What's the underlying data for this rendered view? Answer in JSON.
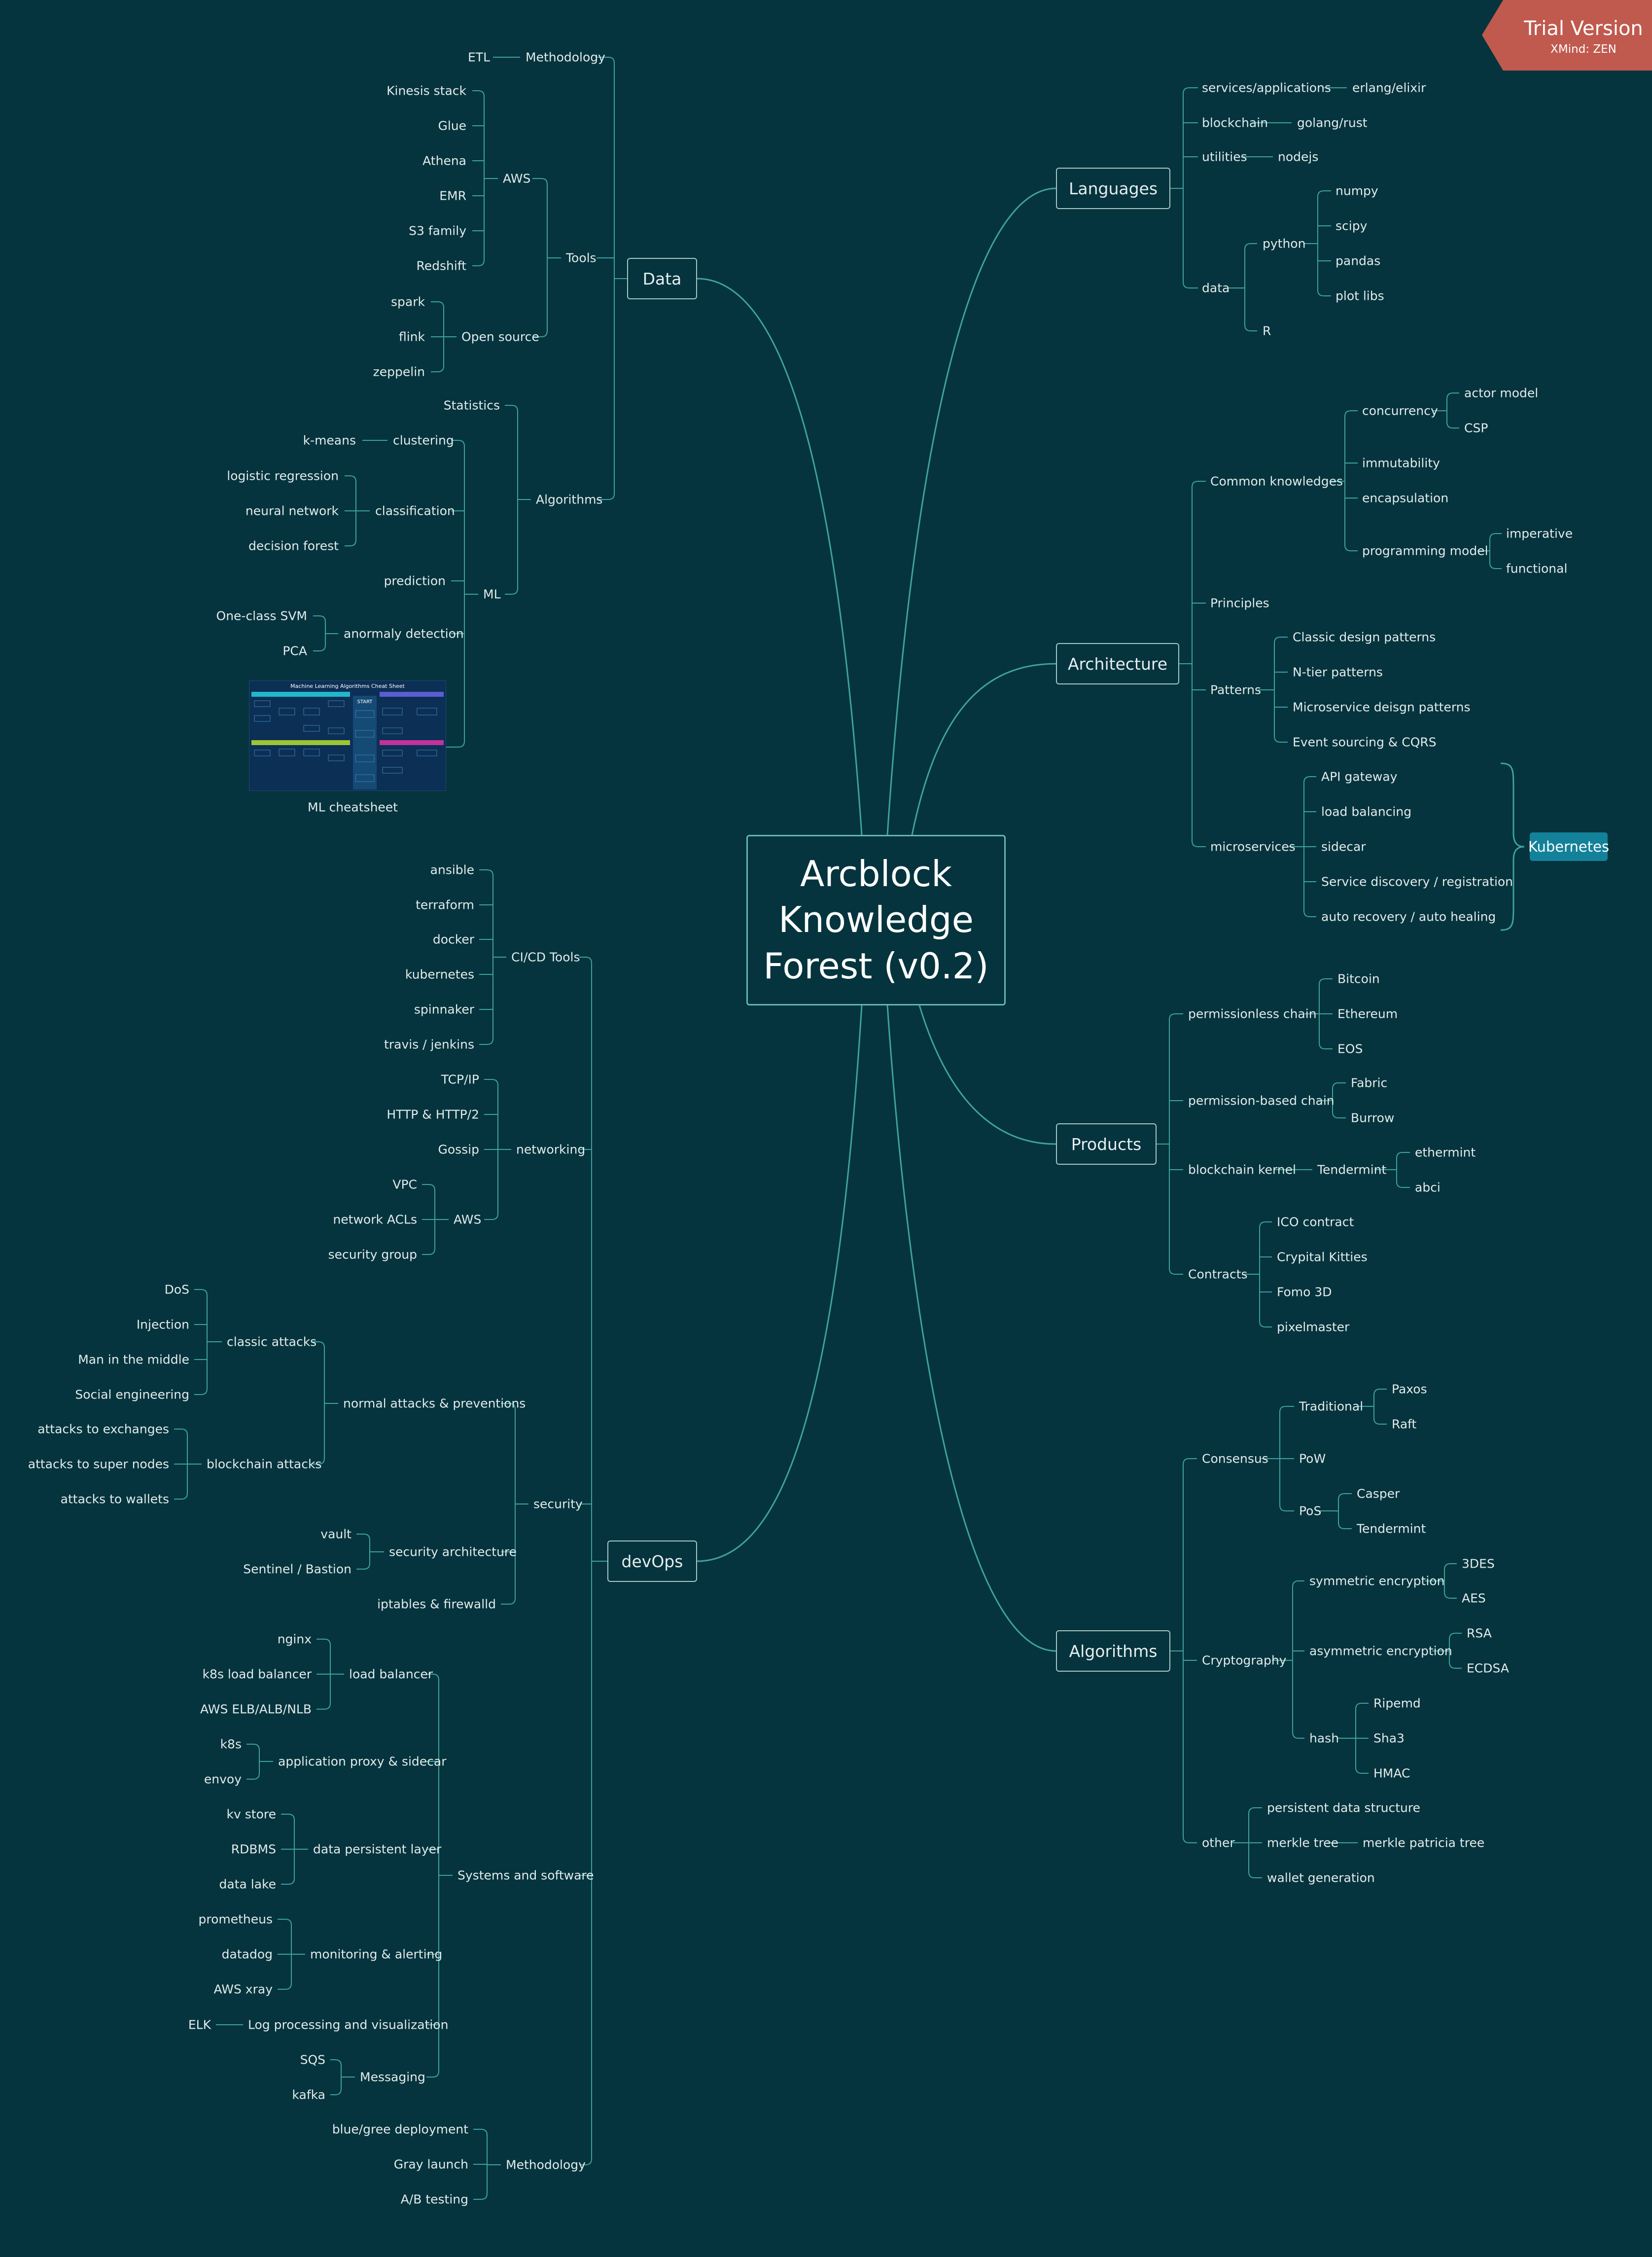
{
  "title": "Arcblock Knowledge Forest (v0.2)",
  "trial": {
    "title": "Trial Version",
    "subtitle": "XMind: ZEN"
  },
  "colors": {
    "background": "#05343e",
    "line": "#3fa39c",
    "accent": "#13819a",
    "badge": "#c05a4e"
  },
  "branches": {
    "data": "Data",
    "languages": "Languages",
    "architecture": "Architecture",
    "products": "Products",
    "algorithms": "Algorithms",
    "devops": "devOps"
  },
  "data": {
    "methodology": "Methodology",
    "etl": "ETL",
    "tools": "Tools",
    "aws": "AWS",
    "aws_items": [
      "Kinesis stack",
      "Glue",
      "Athena",
      "EMR",
      "S3 family",
      "Redshift"
    ],
    "open_source": "Open source",
    "open_source_items": [
      "spark",
      "flink",
      "zeppelin"
    ],
    "algorithms": "Algorithms",
    "statistics": "Statistics",
    "ml": "ML",
    "clustering": "clustering",
    "kmeans": "k-means",
    "classification": "classification",
    "classification_items": [
      "logistic regression",
      "neural network",
      "decision forest"
    ],
    "prediction": "prediction",
    "anomaly": "anormaly detection",
    "anomaly_items": [
      "One-class SVM",
      "PCA"
    ],
    "cheatsheet_caption": "ML cheatsheet",
    "cheatsheet_title": "Machine Learning Algorithms Cheat Sheet",
    "cheatsheet_start": "START"
  },
  "languages": {
    "services": "services/applications",
    "erlang": "erlang/elixir",
    "blockchain": "blockchain",
    "golang": "golang/rust",
    "utilities": "utilities",
    "nodejs": "nodejs",
    "data": "data",
    "python": "python",
    "python_items": [
      "numpy",
      "scipy",
      "pandas",
      "plot libs"
    ],
    "r": "R"
  },
  "architecture": {
    "common": "Common knowledges",
    "concurrency": "concurrency",
    "concurrency_items": [
      "actor model",
      "CSP"
    ],
    "immutability": "immutability",
    "encapsulation": "encapsulation",
    "programming_model": "programming model",
    "programming_items": [
      "imperative",
      "functional"
    ],
    "principles": "Principles",
    "patterns": "Patterns",
    "pattern_items": [
      "Classic design patterns",
      "N-tier patterns",
      "Microservice deisgn patterns",
      "Event sourcing & CQRS"
    ],
    "microservices": "microservices",
    "micro_items": [
      "API gateway",
      "load balancing",
      "sidecar",
      "Service discovery / registration",
      "auto recovery / auto healing"
    ],
    "kubernetes": "Kubernetes"
  },
  "products": {
    "permissionless": "permissionless chain",
    "permissionless_items": [
      "Bitcoin",
      "Ethereum",
      "EOS"
    ],
    "permissioned": "permission-based chain",
    "permissioned_items": [
      "Fabric",
      "Burrow"
    ],
    "kernel": "blockchain kernel",
    "tendermint": "Tendermint",
    "tendermint_items": [
      "ethermint",
      "abci"
    ],
    "contracts": "Contracts",
    "contract_items": [
      "ICO contract",
      "Crypital Kitties",
      "Fomo 3D",
      "pixelmaster"
    ]
  },
  "algorithms": {
    "consensus": "Consensus",
    "traditional": "Traditional",
    "traditional_items": [
      "Paxos",
      "Raft"
    ],
    "pow": "PoW",
    "pos": "PoS",
    "pos_items": [
      "Casper",
      "Tendermint"
    ],
    "cryptography": "Cryptography",
    "symmetric": "symmetric encryption",
    "symmetric_items": [
      "3DES",
      "AES"
    ],
    "asymmetric": "asymmetric encryption",
    "asymmetric_items": [
      "RSA",
      "ECDSA"
    ],
    "hash": "hash",
    "hash_items": [
      "Ripemd",
      "Sha3",
      "HMAC"
    ],
    "other": "other",
    "persistent": "persistent data structure",
    "merkle": "merkle tree",
    "merkle_patricia": "merkle patricia tree",
    "wallet": "wallet generation"
  },
  "devops": {
    "cicd": "CI/CD Tools",
    "cicd_items": [
      "ansible",
      "terraform",
      "docker",
      "kubernetes",
      "spinnaker",
      "travis / jenkins"
    ],
    "networking": "networking",
    "net_items": [
      "TCP/IP",
      "HTTP & HTTP/2",
      "Gossip"
    ],
    "aws": "AWS",
    "aws_items": [
      "VPC",
      "network ACLs",
      "security group"
    ],
    "security": "security",
    "normal": "normal attacks & preventions",
    "classic": "classic attacks",
    "classic_items": [
      "DoS",
      "Injection",
      "Man in the middle",
      "Social engineering"
    ],
    "blockchain": "blockchain attacks",
    "blockchain_items": [
      "attacks to exchanges",
      "attacks to super nodes",
      "attacks to wallets"
    ],
    "sec_arch": "security architecture",
    "sec_arch_items": [
      "vault",
      "Sentinel / Bastion"
    ],
    "iptables": "iptables & firewalld",
    "systems": "Systems and software",
    "lb": "load balancer",
    "lb_items": [
      "nginx",
      "k8s load balancer",
      "AWS ELB/ALB/NLB"
    ],
    "proxy": "application proxy & sidecar",
    "proxy_items": [
      "k8s",
      "envoy"
    ],
    "persist": "data persistent layer",
    "persist_items": [
      "kv store",
      "RDBMS",
      "data lake"
    ],
    "monitor": "monitoring & alerting",
    "monitor_items": [
      "prometheus",
      "datadog",
      "AWS xray"
    ],
    "log": "Log processing and visualization",
    "elk": "ELK",
    "messaging": "Messaging",
    "messaging_items": [
      "SQS",
      "kafka"
    ],
    "methodology": "Methodology",
    "method_items": [
      "blue/gree deployment",
      "Gray launch",
      "A/B testing"
    ]
  }
}
